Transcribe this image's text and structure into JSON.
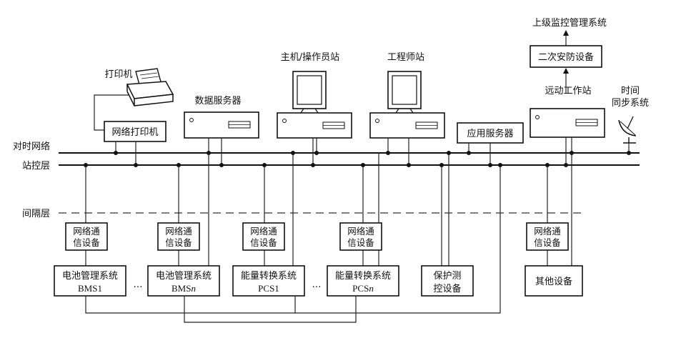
{
  "bus": {
    "time_network": "对时网络",
    "station_layer": "站控层",
    "bay_layer": "间隔层"
  },
  "top": {
    "upper_system": "上级监控管理系统",
    "security": "二次安防设备",
    "telecontrol": "远动工作站",
    "time_sync": "时间\n同步系统"
  },
  "station": {
    "printer": "打印机",
    "net_printer": "网络打印机",
    "data_server": "数据服务器",
    "host": "主机/操作员站",
    "engineer": "工程师站",
    "app_server": "应用服务器"
  },
  "bay": {
    "comm1": "网络通\n信设备",
    "comm2": "网络通\n信设备",
    "comm3": "网络通\n信设备",
    "comm4": "网络通\n信设备",
    "comm5": "网络通\n信设备",
    "bms1_name": "电池管理系统",
    "bms1_id": "BMS1",
    "bmsn_name": "电池管理系统",
    "bmsn_id": "BMS",
    "bmsn_n": "n",
    "pcs1_name": "能量转换系统",
    "pcs1_id": "PCS1",
    "pcsn_name": "能量转换系统",
    "pcsn_id": "PCS",
    "pcsn_n": "n",
    "protect": "保护测\n控设备",
    "other": "其他设备",
    "ellipsis": "…"
  }
}
